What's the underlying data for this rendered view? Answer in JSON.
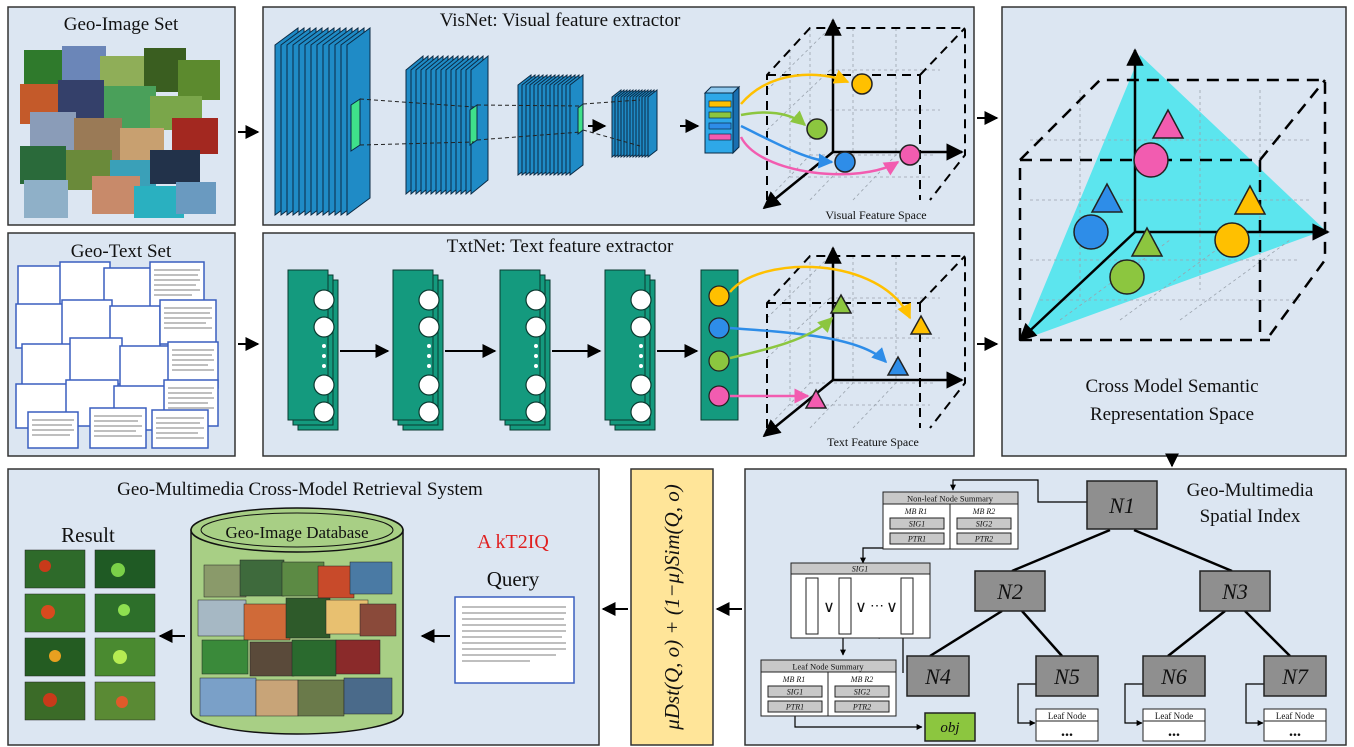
{
  "panels": {
    "image_set": {
      "title": "Geo-Image Set"
    },
    "text_set": {
      "title": "Geo-Text Set"
    },
    "visnet": {
      "title": "VisNet: Visual feature extractor",
      "space_label": "Visual Feature Space"
    },
    "txtnet": {
      "title": "TxtNet: Text feature extractor",
      "space_label": "Text Feature Space"
    },
    "cross_model": {
      "label_line1": "Cross Model Semantic",
      "label_line2": "Representation Space"
    },
    "retrieval": {
      "title": "Geo-Multimedia Cross-Model Retrieval System",
      "result_label": "Result",
      "database_label": "Geo-Image Database",
      "query_type": "A kT2IQ",
      "query_label": "Query"
    },
    "formula": {
      "text": "μDst(Q, o) + (1−μ)Sim(Q, o)"
    },
    "index": {
      "title_line1": "Geo-Multimedia",
      "title_line2": "Spatial Index",
      "nonleaf_summary": {
        "title": "Non-leaf Node Summary",
        "mbr1": "MB R1",
        "mbr2": "MB R2",
        "sig1": "SIG1",
        "sig2": "SIG2",
        "ptr1": "PTR1",
        "ptr2": "PTR2"
      },
      "sig_table": {
        "title": "SIG1",
        "op": "∨",
        "dots": "⋯"
      },
      "leaf_summary": {
        "title": "Leaf Node Summary",
        "mbr1": "MB R1",
        "mbr2": "MB R2",
        "sig1": "SIG1",
        "sig2": "SIG2",
        "ptr1": "PTR1",
        "ptr2": "PTR2"
      },
      "obj_label": "obj",
      "nodes": [
        "N1",
        "N2",
        "N3",
        "N4",
        "N5",
        "N6",
        "N7"
      ],
      "leaf_node_label": "Leaf Node",
      "leaf_dots": "..."
    }
  },
  "colors": {
    "panel_fill": "#dce6f2",
    "layer_blue": "#1f8bc6",
    "layer_green": "#149a7e",
    "cyan_plane": "#5ce5ee",
    "yellow": "#ffc000",
    "green_dot": "#8cc63f",
    "blue_dot": "#2e8de8",
    "pink_dot": "#f25cb0",
    "formula_bg": "#ffe599",
    "cylinder": "#a8cf85",
    "node_gray": "#8f8f8f",
    "query_red": "#e02020"
  }
}
